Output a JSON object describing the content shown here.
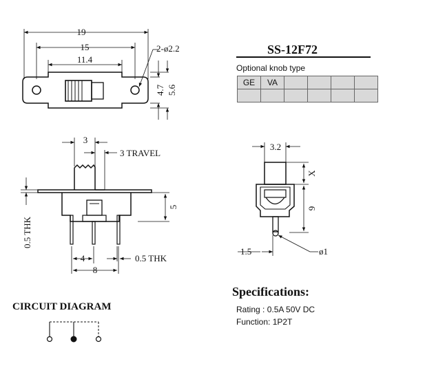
{
  "part_number": "SS-12F72",
  "knob": {
    "caption": "Optional knob type",
    "options": [
      "GE",
      "VA",
      "",
      "",
      "",
      ""
    ],
    "empty_row": [
      "",
      "",
      "",
      "",
      "",
      ""
    ]
  },
  "top_view": {
    "dim_overall": "19",
    "dim_holes": "15",
    "dim_body": "11.4",
    "dim_hole_dia": "2-ø2.2",
    "dim_body_height": "4.7",
    "dim_flange_height": "5.6"
  },
  "side_view": {
    "dim_knob": "3",
    "dim_travel": "3 TRAVEL",
    "dim_height": "5",
    "dim_plate": "0.5 THK",
    "dim_pin_pitch": "4",
    "dim_pin_span": "8",
    "dim_pin_thk": "0.5 THK"
  },
  "end_view": {
    "dim_width": "3.2",
    "dim_knob_x": "X",
    "dim_height": "9",
    "dim_pin_offset": "1.5",
    "dim_pin_dia": "ø1"
  },
  "specifications": {
    "title": "Specifications:",
    "rating": "Rating : 0.5A 50V DC",
    "function": "Function: 1P2T"
  },
  "circuit": {
    "title": "CIRCUIT DIAGRAM"
  }
}
